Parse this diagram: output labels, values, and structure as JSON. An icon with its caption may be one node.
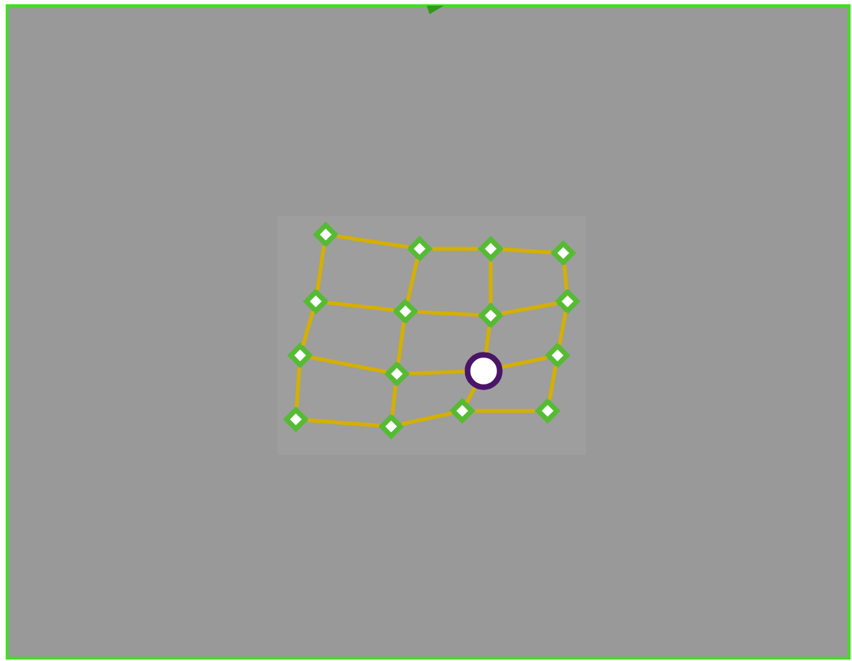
{
  "diagram": {
    "nodes": [
      {
        "text": [],
        "shape": "diamond"
      },
      {
        "text": [],
        "shape": "diamond"
      },
      {
        "text": [],
        "shape": "diamond"
      },
      {
        "text": [],
        "shape": "diamond"
      },
      {
        "text": [],
        "shape": "diamond"
      },
      {
        "text": [],
        "shape": "diamond"
      },
      {
        "text": [],
        "shape": "diamond"
      },
      {
        "text": [],
        "shape": "diamond"
      },
      {
        "text": [],
        "shape": "diamond"
      },
      {
        "text": [],
        "shape": "diamond"
      },
      {
        "text": [],
        "shape": "circle"
      },
      {
        "text": [],
        "shape": "diamond"
      },
      {
        "text": [],
        "shape": "diamond"
      },
      {
        "text": [],
        "shape": "diamond"
      },
      {
        "text": [],
        "shape": "diamond"
      },
      {
        "text": [],
        "shape": "diamond"
      }
    ],
    "edges": [
      {
        "from": 0,
        "to": 1,
        "arrow": "none"
      },
      {
        "from": 1,
        "to": 2,
        "arrow": "none"
      },
      {
        "from": 2,
        "to": 3,
        "arrow": "none"
      },
      {
        "from": 4,
        "to": 5,
        "arrow": "none"
      },
      {
        "from": 5,
        "to": 6,
        "arrow": "none"
      },
      {
        "from": 6,
        "to": 7,
        "arrow": "none"
      },
      {
        "from": 8,
        "to": 9,
        "arrow": "none"
      },
      {
        "from": 9,
        "to": 10,
        "arrow": "none"
      },
      {
        "from": 10,
        "to": 11,
        "arrow": "none"
      },
      {
        "from": 12,
        "to": 13,
        "arrow": "none"
      },
      {
        "from": 13,
        "to": 14,
        "arrow": "none"
      },
      {
        "from": 14,
        "to": 15,
        "arrow": "none"
      },
      {
        "from": 0,
        "to": 4,
        "arrow": "none"
      },
      {
        "from": 4,
        "to": 8,
        "arrow": "none"
      },
      {
        "from": 8,
        "to": 12,
        "arrow": "none"
      },
      {
        "from": 1,
        "to": 5,
        "arrow": "none"
      },
      {
        "from": 5,
        "to": 9,
        "arrow": "none"
      },
      {
        "from": 9,
        "to": 13,
        "arrow": "none"
      },
      {
        "from": 2,
        "to": 6,
        "arrow": "none"
      },
      {
        "from": 6,
        "to": 10,
        "arrow": "none"
      },
      {
        "from": 10,
        "to": 14,
        "arrow": "none"
      },
      {
        "from": 3,
        "to": 7,
        "arrow": "none"
      },
      {
        "from": 7,
        "to": 11,
        "arrow": "none"
      },
      {
        "from": 11,
        "to": 15,
        "arrow": "none"
      }
    ]
  }
}
